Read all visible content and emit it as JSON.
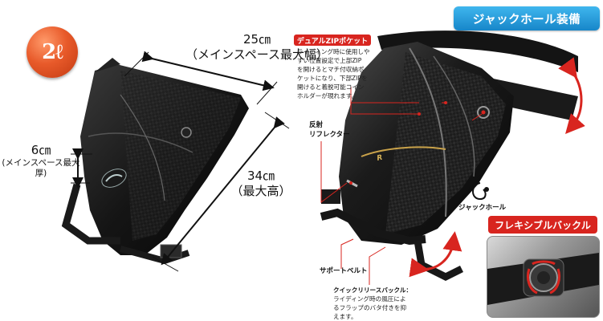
{
  "capacity_badge": "2ℓ",
  "dimensions": {
    "width_value": "25㎝",
    "width_label": "（メインスペース最大幅）",
    "thickness_value": "6㎝",
    "thickness_label": "(メインスペース最大厚)",
    "height_value": "34㎝",
    "height_label": "（最大高）"
  },
  "banner": "ジャックホール装備",
  "callouts": {
    "dual_zip_tag": "デュアルZIPポケット",
    "dual_zip_desc": [
      "ライディング時に使用しや",
      "すい位置設定で上部ZIP",
      "を開けるとマチ付収納ポ",
      "ケットになり、下部ZIPを",
      "開けると着脱可能コイン",
      "ホルダーが現れます。"
    ],
    "reflector": [
      "反射",
      "リフレクター"
    ],
    "jack_hole": "ジャックホール",
    "flexible_buckle": "フレキシブルバックル",
    "support_belt": "サポートベルト",
    "quick_release_title": "クイックリリースバックル：",
    "quick_release_desc": [
      "ライディング時の風圧によ",
      "るフラップのバタ付きを抑",
      "えます。"
    ]
  },
  "colors": {
    "badge": "#e85a2a",
    "banner": "#1f93d6",
    "accent_red": "#d8251f"
  }
}
